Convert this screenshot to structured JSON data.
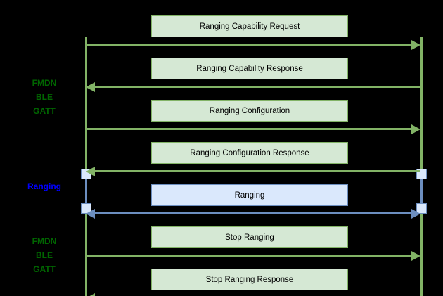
{
  "diagram": {
    "type": "sequence-diagram",
    "background_color": "#000000",
    "colors": {
      "green_fill": "#d5e8d4",
      "green_stroke": "#82b366",
      "green_text": "#006600",
      "blue_fill": "#dae8fc",
      "blue_stroke": "#6c8ebf",
      "blue_text": "#0000ff"
    },
    "lifelines": [
      {
        "name": "left-lifeline",
        "color": "#82b366"
      },
      {
        "name": "right-lifeline",
        "color": "#82b366"
      }
    ],
    "phase_labels": [
      {
        "text": "FMDN\nBLE\nGATT",
        "color": "green"
      },
      {
        "text": "Ranging",
        "color": "blue"
      },
      {
        "text": "FMDN\nBLE\nGATT",
        "color": "green"
      }
    ],
    "messages": [
      {
        "label": "Ranging Capability Request",
        "color": "green",
        "direction": "right"
      },
      {
        "label": "Ranging Capability Response",
        "color": "green",
        "direction": "left"
      },
      {
        "label": "Ranging Configuration",
        "color": "green",
        "direction": "right"
      },
      {
        "label": "Ranging Configuration Response",
        "color": "green",
        "direction": "left"
      },
      {
        "label": "Ranging",
        "color": "blue",
        "direction": "both"
      },
      {
        "label": "Stop Ranging",
        "color": "green",
        "direction": "right"
      },
      {
        "label": "Stop Ranging Response",
        "color": "green",
        "direction": "left"
      }
    ]
  }
}
